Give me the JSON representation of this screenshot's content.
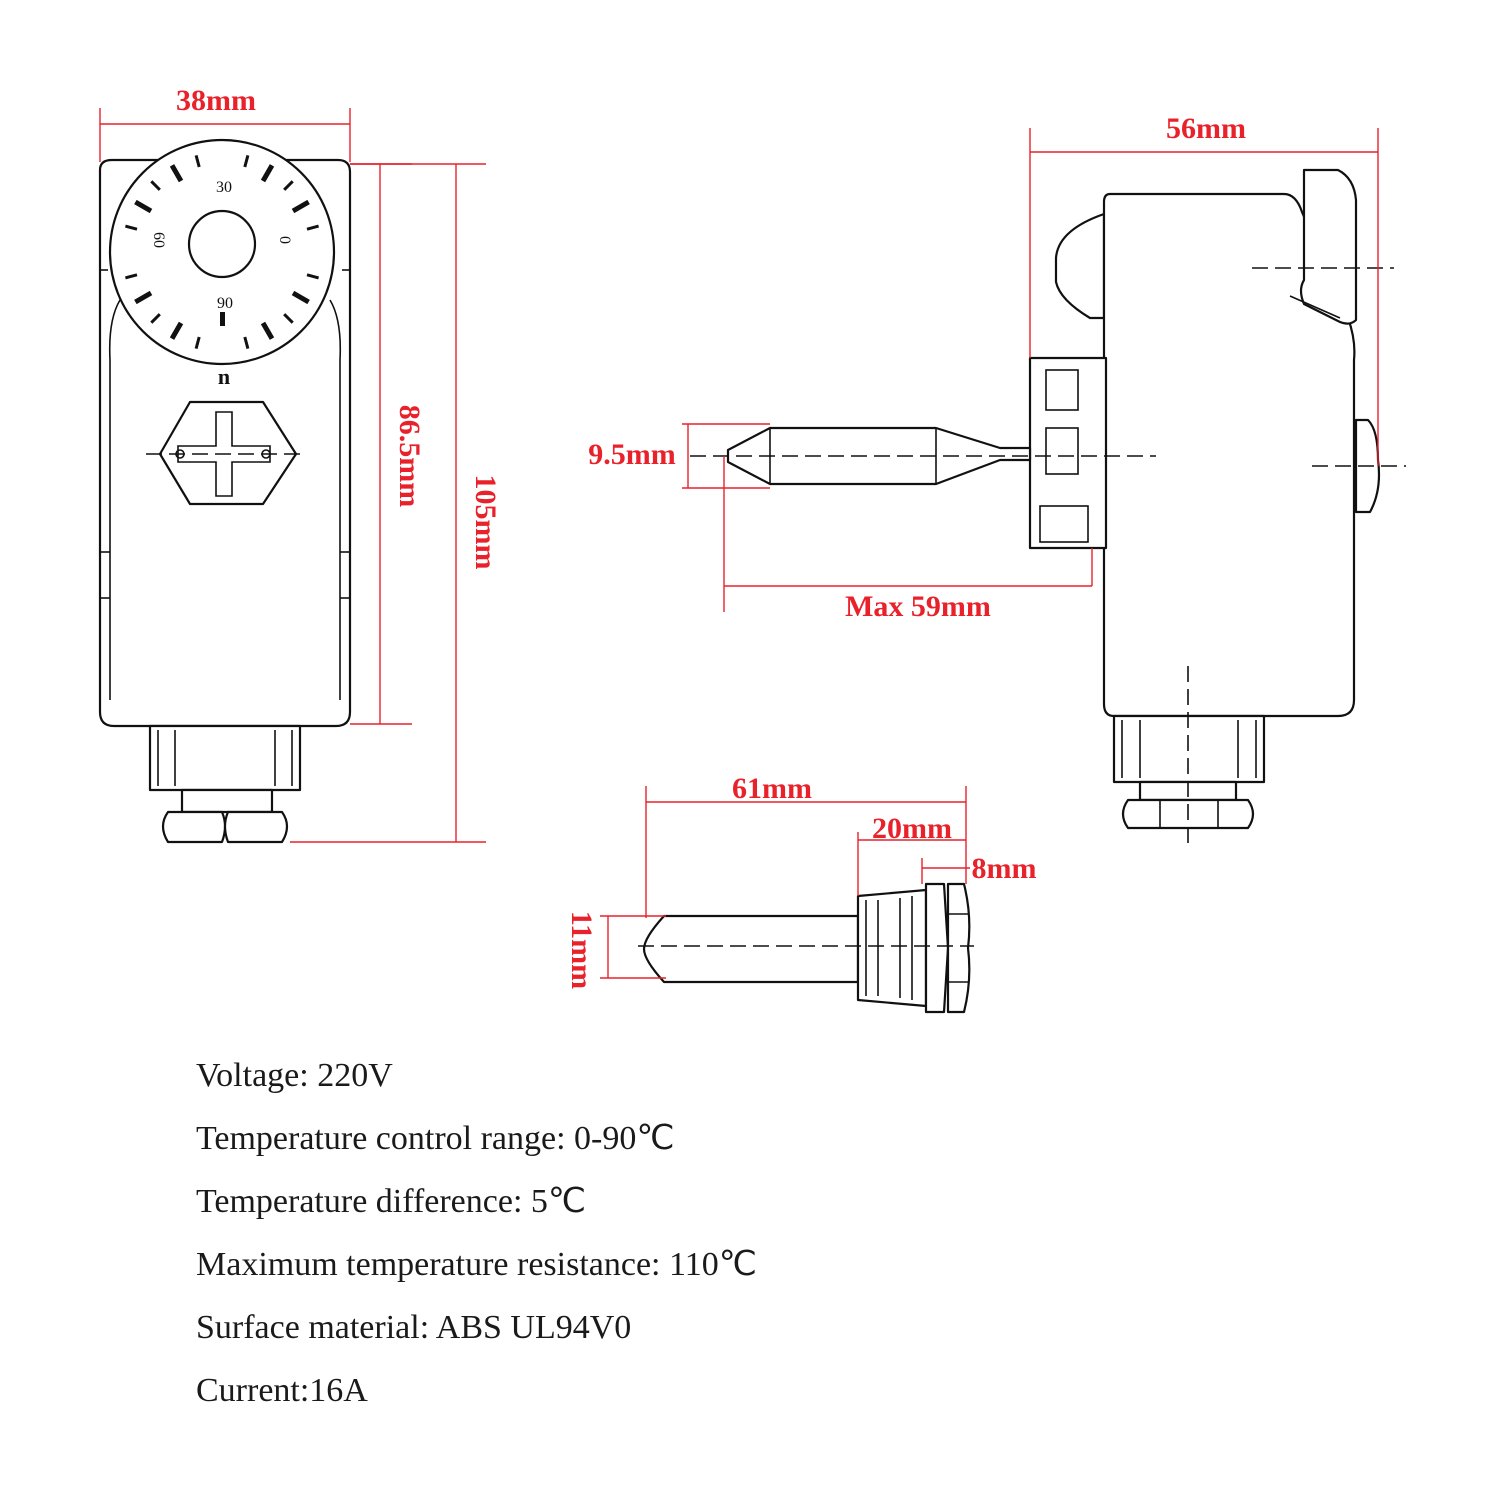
{
  "dimensions": {
    "front_width": "38mm",
    "front_body_height": "86.5mm",
    "front_total_height": "105mm",
    "side_depth": "56mm",
    "probe_diameter": "9.5mm",
    "probe_length": "Max 59mm",
    "well_length": "61mm",
    "well_thread": "20mm",
    "well_nut": "8mm",
    "well_diameter": "11mm"
  },
  "dial": {
    "labels": [
      "30",
      "0",
      "60",
      "90"
    ],
    "marker": "n"
  },
  "specs": [
    "Voltage: 220V",
    "Temperature control range: 0-90℃",
    "Temperature difference: 5℃",
    "Maximum temperature resistance: 110℃",
    "Surface material: ABS UL94V0",
    "Current:16A"
  ],
  "colors": {
    "dimension": "#e8212a",
    "outline": "#111111",
    "text": "#1a1a1a"
  }
}
